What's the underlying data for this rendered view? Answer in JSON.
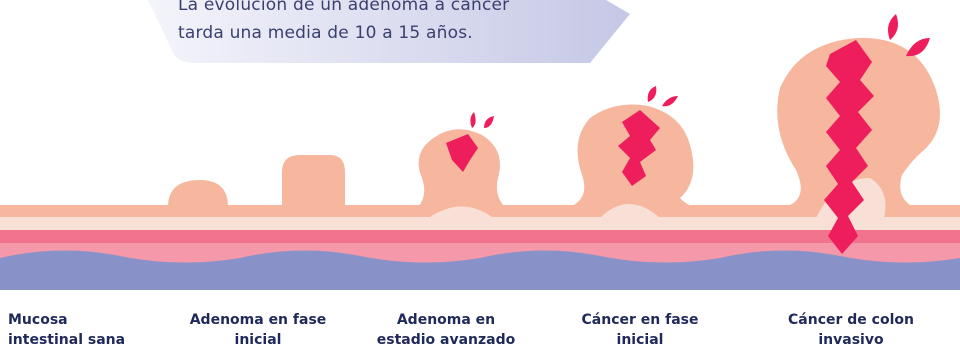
{
  "banner": {
    "line1": "La evolución de un adenoma a cáncer",
    "line2": "tarda una media de 10 a 15 años."
  },
  "stages": [
    {
      "line1": "Mucosa",
      "line2": "intestinal sana"
    },
    {
      "line1": "Adenoma en fase",
      "line2": "inicial"
    },
    {
      "line1": "Adenoma en",
      "line2": "estadio avanzado"
    },
    {
      "line1": "Cáncer en fase",
      "line2": "inicial"
    },
    {
      "line1": "Cáncer de colon",
      "line2": "invasivo"
    }
  ],
  "colors": {
    "banner_light": "#f3f3fb",
    "banner_dark": "#c7c9e6",
    "mucosa": "#f6b79e",
    "submucosa": "#f9e0d6",
    "band_pink": "#f2738d",
    "band_mid": "#f598aa",
    "muscle_blue": "#8891c8",
    "tumor": "#ee1d5c",
    "label_text": "#1f2a5a",
    "banner_text": "#3a3f6e"
  }
}
